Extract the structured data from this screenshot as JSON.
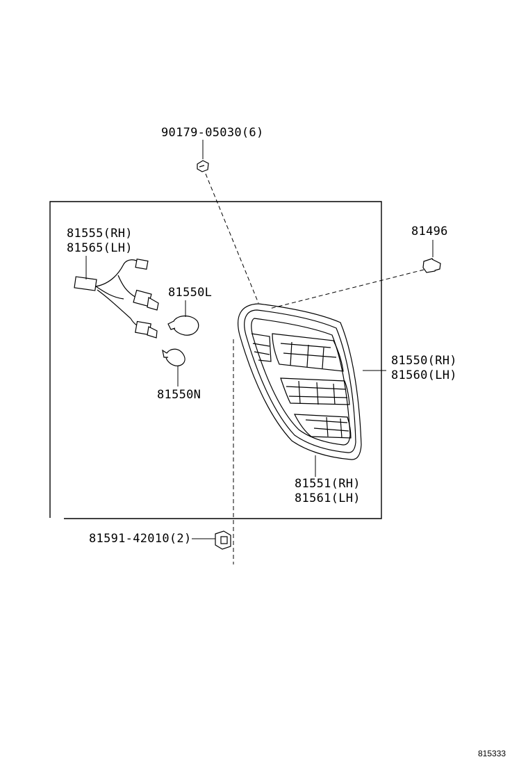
{
  "labels": {
    "screw": "90179-05030(6)",
    "socket_wire_rh": "81555(RH)",
    "socket_wire_lh": "81565(LH)",
    "bulb_l": "81550L",
    "bulb_n": "81550N",
    "clip": "81496",
    "lamp_rh": "81550(RH)",
    "lamp_lh": "81560(LH)",
    "lens_rh": "81551(RH)",
    "lens_lh": "81561(LH)",
    "nut": "81591-42010(2)"
  },
  "diagram_id": "815333"
}
